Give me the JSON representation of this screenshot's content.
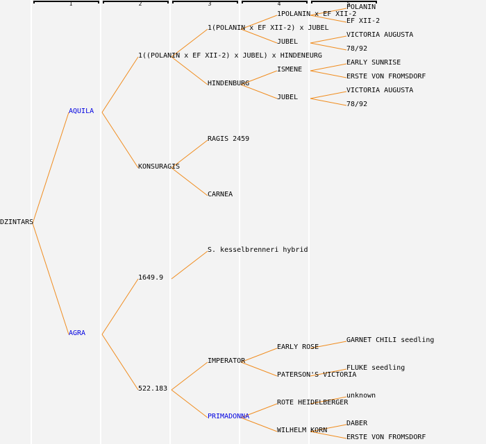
{
  "headers": [
    "1",
    "2",
    "3",
    "4",
    "5"
  ],
  "colors": {
    "line": "#f08c1e",
    "text": "#000000",
    "link": "#0000e0",
    "background": "#f3f3f3",
    "separator": "#ffffff"
  },
  "tree": {
    "label": "DZINTARS",
    "children": [
      {
        "label": "AQUILA",
        "link": true,
        "children": [
          {
            "label": "1((POLANIN x EF XII-2) x JUBEL) x HINDENEURG",
            "children": [
              {
                "label": "1(POLANIN x EF XII-2) x JUBEL",
                "children": [
                  {
                    "label": "1POLANIN x EF XII-2",
                    "children": [
                      {
                        "label": "POLANIN"
                      },
                      {
                        "label": "EF XII-2"
                      }
                    ]
                  },
                  {
                    "label": "JUBEL",
                    "children": [
                      {
                        "label": "VICTORIA AUGUSTA"
                      },
                      {
                        "label": "78/92"
                      }
                    ]
                  }
                ]
              },
              {
                "label": "HINDENBURG",
                "children": [
                  {
                    "label": "ISMENE",
                    "children": [
                      {
                        "label": "EARLY SUNRISE"
                      },
                      {
                        "label": "ERSTE VON FROMSDORF"
                      }
                    ]
                  },
                  {
                    "label": "JUBEL",
                    "children": [
                      {
                        "label": "VICTORIA AUGUSTA"
                      },
                      {
                        "label": "78/92"
                      }
                    ]
                  }
                ]
              }
            ]
          },
          {
            "label": "KONSURAGIS",
            "children": [
              {
                "label": "RAGIS 2459"
              },
              {
                "label": "CARNEA"
              }
            ]
          }
        ]
      },
      {
        "label": "AGRA",
        "link": true,
        "children": [
          {
            "label": "1649.9",
            "children": [
              {
                "label": "S. kesselbrenneri hybrid"
              }
            ]
          },
          {
            "label": "522.183",
            "children": [
              {
                "label": "IMPERATOR",
                "children": [
                  {
                    "label": "EARLY ROSE",
                    "children": [
                      {
                        "label": "GARNET CHILI seedling"
                      }
                    ]
                  },
                  {
                    "label": "PATERSON'S VICTORIA",
                    "children": [
                      {
                        "label": "FLUKE seedling"
                      }
                    ]
                  }
                ]
              },
              {
                "label": "PRIMADONNA",
                "link": true,
                "children": [
                  {
                    "label": "ROTE HEIDELBERGER",
                    "children": [
                      {
                        "label": "unknown"
                      }
                    ]
                  },
                  {
                    "label": "WILHELM KORN",
                    "children": [
                      {
                        "label": "DABER"
                      },
                      {
                        "label": "ERSTE VON FROMSDORF"
                      }
                    ]
                  }
                ]
              }
            ]
          }
        ]
      }
    ]
  }
}
